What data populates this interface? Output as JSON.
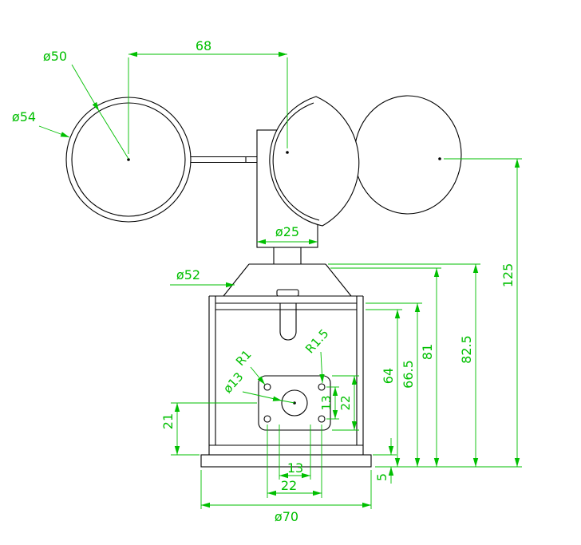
{
  "drawing": {
    "subject": "cup-anemometer orthographic dimension drawing",
    "colors": {
      "outline": "#000000",
      "dimension": "#00bf00",
      "background": "#ffffff"
    },
    "labels": {
      "dim_68": "68",
      "dia_50": "ø50",
      "dia_54": "ø54",
      "dia_25": "ø25",
      "dia_52": "ø52",
      "dim_125": "125",
      "dim_82_5": "82.5",
      "dim_81": "81",
      "dim_66_5": "66.5",
      "dim_64": "64",
      "dim_22_vertical": "22",
      "dim_13_vertical": "13",
      "radius_r1": "R1",
      "radius_r1_5": "R1.5",
      "dia_13": "ø13",
      "dim_21": "21",
      "dim_13_horizontal": "13",
      "dim_22_horizontal": "22",
      "dim_5": "5",
      "dia_70": "ø70"
    }
  }
}
